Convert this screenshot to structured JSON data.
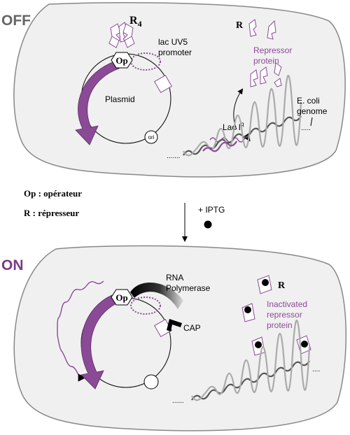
{
  "colors": {
    "purple": "#8b4a96",
    "purple_dark": "#7a3a87",
    "state_gray": "#666666",
    "cell_fill": "#f0f0f0",
    "cell_stroke": "#888888"
  },
  "off_panel": {
    "state_label": "OFF",
    "r4_main": "R",
    "r4_sub": "4",
    "operator_label": "Op",
    "promoter_label_line1": "lac UV5",
    "promoter_label_line2": "promoter",
    "plasmid_label": "Plasmid",
    "ori_label": "ori",
    "repressor_label": "R",
    "repressor_protein_line1": "Repressor",
    "repressor_protein_line2": "protein",
    "laci_main": "Lac I",
    "laci_sup": "q",
    "genome_line1": "E. coli",
    "genome_line2": "genome",
    "genome_dots_left": ".......",
    "genome_dots_right": "....."
  },
  "legend": {
    "op_line": "Op : opérateur",
    "r_line": "R : répresseur"
  },
  "transition": {
    "iptg_label": "+ IPTG"
  },
  "on_panel": {
    "state_label": "ON",
    "operator_label": "Op",
    "polymerase_line1": "RNA",
    "polymerase_line2": "Polymerase",
    "cap_label": "CAP",
    "repressor_label": "R",
    "inactivated_line1": "Inactivated",
    "inactivated_line2": "repressor",
    "inactivated_line3": "protein",
    "genome_dots_left": "......",
    "genome_dots_right": "...."
  },
  "icons": {
    "repressor": "repressor-subunit-icon",
    "iptg": "iptg-molecule-icon",
    "dna": "dna-helix-icon",
    "mrna": "mrna-wave-icon"
  }
}
